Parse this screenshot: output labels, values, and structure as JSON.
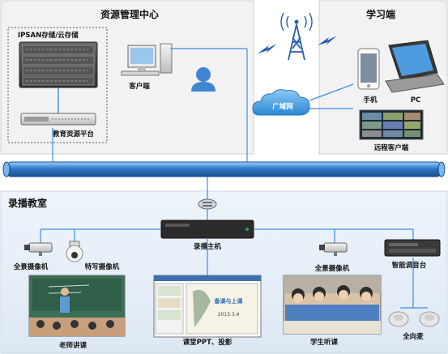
{
  "colors": {
    "top_panel_bg": "#f1f1f1",
    "bottom_panel_bg": "#e9f1fa",
    "backbone": "#2f78c6",
    "link_line": "#3b8ee6",
    "cloud": "#4aa3e8",
    "storage": "#4a4a4a"
  },
  "resource_center": {
    "title": "资源管理中心",
    "storage_label": "IPSAN存储/云存储",
    "client_label": "客户端",
    "platform_label": "教育资源平台"
  },
  "learning_end": {
    "title": "学习端",
    "phone_label": "手机",
    "pc_label": "PC",
    "wan_label": "广域网",
    "remote_client_label": "远程客户端"
  },
  "classroom": {
    "title": "录播教室",
    "recorder_label": "录播主机",
    "panoramic_camera_left_label": "全景摄像机",
    "closeup_camera_label": "特写摄像机",
    "panoramic_camera_right_label": "全景摄像机",
    "mixer_label": "智能调音台",
    "teacher_label": "老师讲课",
    "slides_label": "课堂PPT、投影",
    "students_label": "学生听课",
    "mic_label": "全向麦",
    "slide_title": "备课与上课",
    "slide_date": "2013.3.4"
  },
  "icons": [
    "storage-array-icon",
    "server-icon",
    "desktop-computer-icon",
    "user-icon",
    "radio-tower-icon",
    "lightning-icon",
    "cloud-icon",
    "smartphone-icon",
    "laptop-icon",
    "monitor-icon",
    "network-switch-icon",
    "recorder-icon",
    "camera-icon",
    "dome-camera-icon",
    "mixer-icon",
    "microphone-icon"
  ]
}
